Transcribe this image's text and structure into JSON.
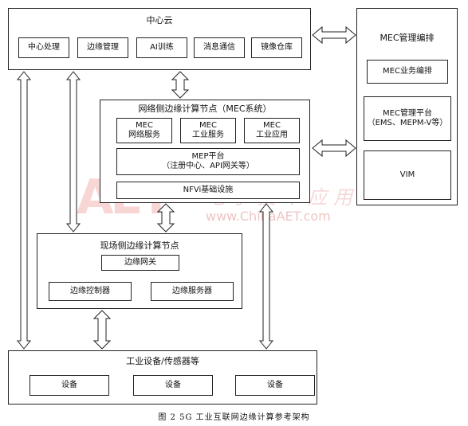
{
  "cloud": {
    "title": "中心云",
    "modules": [
      "中心处理",
      "边缘管理",
      "AI训练",
      "消息通信",
      "镜像仓库"
    ]
  },
  "mec_mgmt": {
    "title": "MEC管理编排",
    "orchestration": "MEC业务编排",
    "platform": "MEC管理平台\n（EMS、MEPM-V等）",
    "vim": "VIM"
  },
  "network_node": {
    "title": "网络侧边缘计算节点（MEC系统）",
    "services": [
      "MEC\n网络服务",
      "MEC\n工业服务",
      "MEC\n工业应用"
    ],
    "mep": "MEP平台\n（注册中心、API网关等）",
    "nfvi": "NFVi基础设施"
  },
  "field_node": {
    "title": "现场侧边缘计算节点",
    "gateway": "边缘网关",
    "controller": "边缘控制器",
    "server": "边缘服务器"
  },
  "devices": {
    "title": "工业设备/传感器等",
    "items": [
      "设备",
      "设备",
      "设备"
    ]
  },
  "watermark": {
    "logo": "AET",
    "cn": "电子技术应用",
    "url": "www.ChinaAET.com"
  },
  "caption": "图 2  5G 工业互联网边缘计算参考架构"
}
